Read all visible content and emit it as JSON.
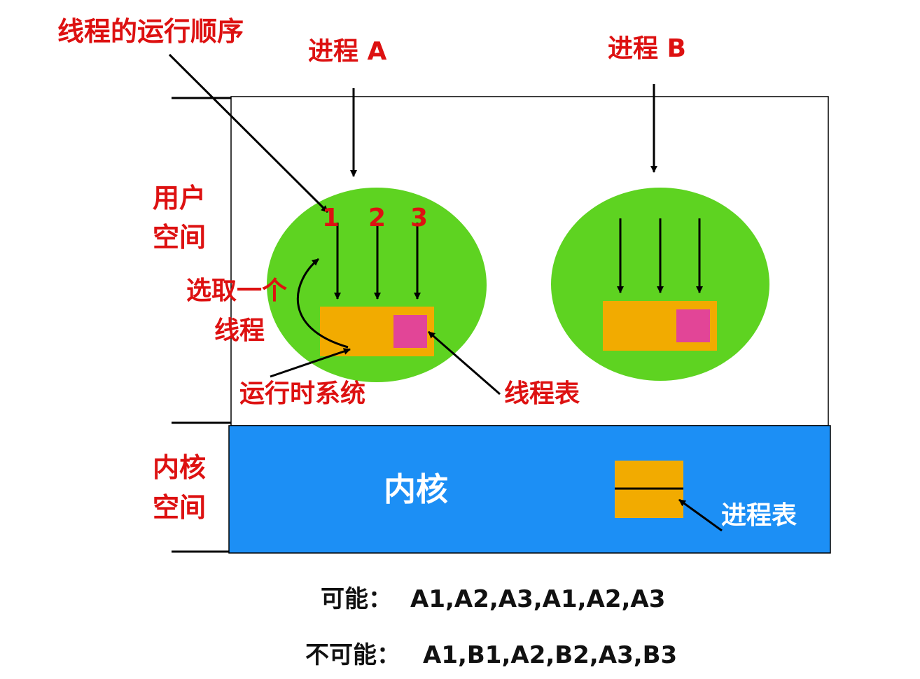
{
  "labels": {
    "thread_order": "线程的运行顺序",
    "process_a": "进程 A",
    "process_b": "进程 B",
    "user_space_1": "用户",
    "user_space_2": "空间",
    "kernel_space_1": "内核",
    "kernel_space_2": "空间",
    "thread_num_1": "1",
    "thread_num_2": "2",
    "thread_num_3": "3",
    "select_thread_1": "选取一个",
    "select_thread_2": "线程",
    "runtime_system": "运行时系统",
    "thread_table": "线程表",
    "kernel": "内核",
    "process_table": "进程表",
    "possible_label": "可能：",
    "possible_sequence": "A1,A2,A3,A1,A2,A3",
    "impossible_label": "不可能：",
    "impossible_sequence": "A1,B1,A2,B2,A3,B3"
  },
  "colors": {
    "label_red": "#dd1111",
    "process_green": "#5ed321",
    "runtime_orange": "#f2ab00",
    "table_pink": "#e24597",
    "kernel_blue": "#1c8ff5"
  }
}
